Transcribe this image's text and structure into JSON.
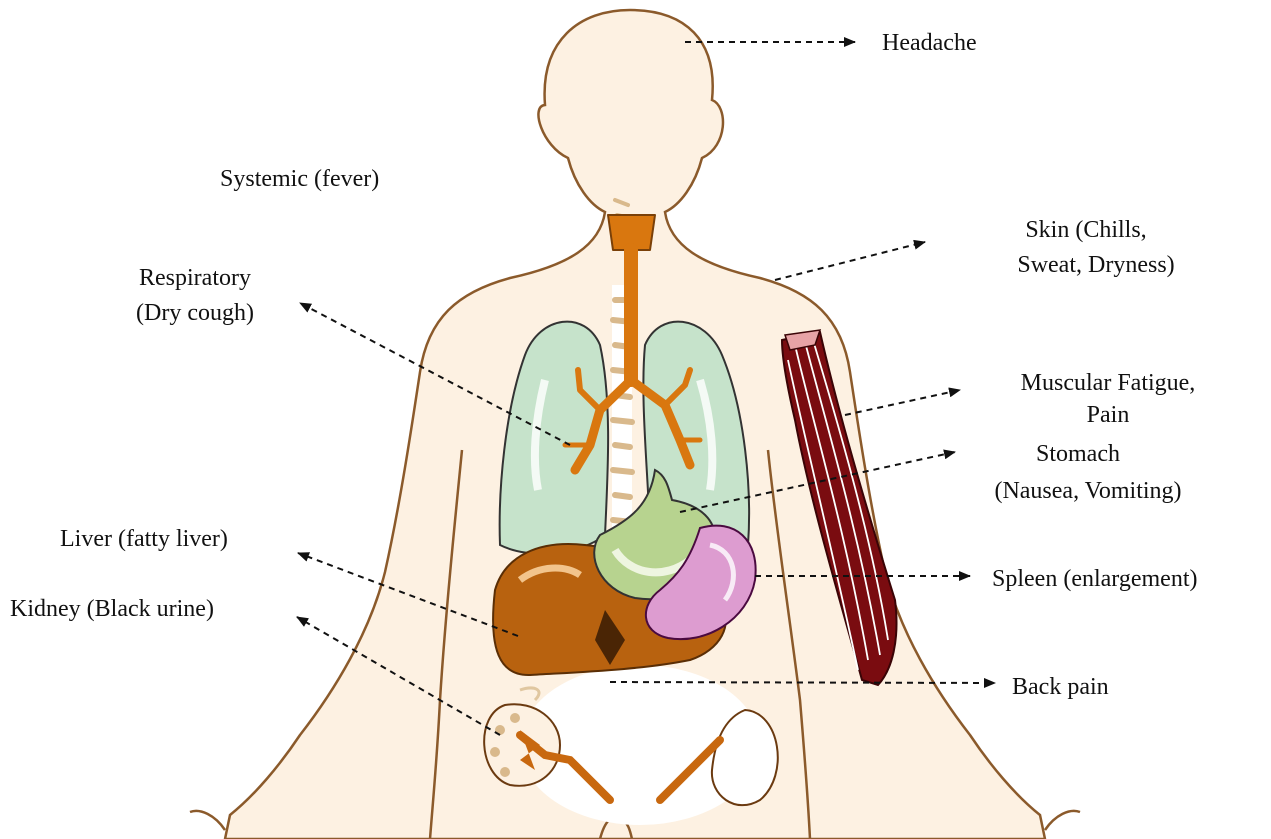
{
  "labels": {
    "headache": "Headache",
    "systemic": "Systemic (fever)",
    "skin_line1": "Skin (Chills,",
    "skin_line2": "Sweat, Dryness)",
    "respiratory_line1": "Respiratory",
    "respiratory_line2": "(Dry cough)",
    "muscular_line1": "Muscular Fatigue,",
    "muscular_line2": "Pain",
    "stomach_line1": "Stomach",
    "stomach_line2": "(Nausea, Vomiting)",
    "liver": "Liver (fatty liver)",
    "kidney": "Kidney (Black urine)",
    "spleen": "Spleen (enlargement)",
    "back_pain": "Back pain"
  },
  "colors": {
    "skin_fill": "#fdf1e2",
    "outline": "#8b5a2b",
    "lung": "#c6e3cb",
    "trachea": "#d9770f",
    "liver": "#b8620f",
    "stomach": "#b7d38f",
    "spleen": "#dd9cd0",
    "muscle": "#7a0c10",
    "kidney": "#c8680f",
    "arrow": "#111111"
  }
}
